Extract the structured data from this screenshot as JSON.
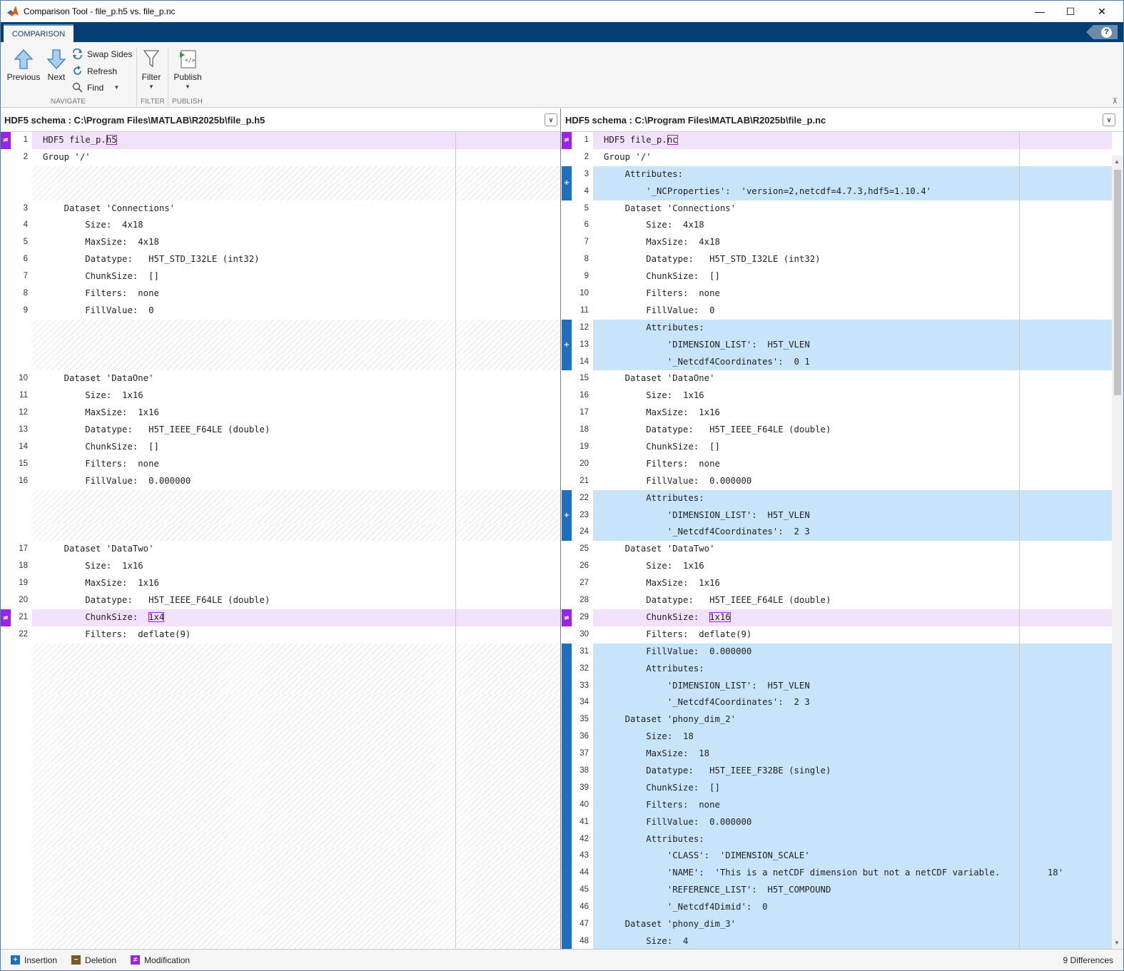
{
  "window": {
    "title": "Comparison Tool - file_p.h5 vs. file_p.nc"
  },
  "ribbon": {
    "tab": "COMPARISON"
  },
  "toolstrip": {
    "previous": "Previous",
    "next": "Next",
    "swap": "Swap Sides",
    "refresh": "Refresh",
    "find": "Find",
    "filter": "Filter",
    "publish": "Publish",
    "groups": {
      "navigate": "NAVIGATE",
      "filter": "FILTER",
      "publish": "PUBLISH"
    }
  },
  "left": {
    "header": "HDF5 schema : C:\\Program Files\\MATLAB\\R2025b\\file_p.h5",
    "rows": [
      {
        "n": "1",
        "t": "HDF5 file_p.",
        "h": "h5",
        "k": "mod"
      },
      {
        "n": "2",
        "t": "Group '/'",
        "k": ""
      },
      {
        "n": "",
        "t": "",
        "k": "empty"
      },
      {
        "n": "",
        "t": "",
        "k": "empty"
      },
      {
        "n": "3",
        "t": "    Dataset 'Connections'",
        "k": ""
      },
      {
        "n": "4",
        "t": "        Size:  4x18",
        "k": ""
      },
      {
        "n": "5",
        "t": "        MaxSize:  4x18",
        "k": ""
      },
      {
        "n": "6",
        "t": "        Datatype:   H5T_STD_I32LE (int32)",
        "k": ""
      },
      {
        "n": "7",
        "t": "        ChunkSize:  []",
        "k": ""
      },
      {
        "n": "8",
        "t": "        Filters:  none",
        "k": ""
      },
      {
        "n": "9",
        "t": "        FillValue:  0",
        "k": ""
      },
      {
        "n": "",
        "t": "",
        "k": "empty"
      },
      {
        "n": "",
        "t": "",
        "k": "empty"
      },
      {
        "n": "",
        "t": "",
        "k": "empty"
      },
      {
        "n": "10",
        "t": "    Dataset 'DataOne'",
        "k": ""
      },
      {
        "n": "11",
        "t": "        Size:  1x16",
        "k": ""
      },
      {
        "n": "12",
        "t": "        MaxSize:  1x16",
        "k": ""
      },
      {
        "n": "13",
        "t": "        Datatype:   H5T_IEEE_F64LE (double)",
        "k": ""
      },
      {
        "n": "14",
        "t": "        ChunkSize:  []",
        "k": ""
      },
      {
        "n": "15",
        "t": "        Filters:  none",
        "k": ""
      },
      {
        "n": "16",
        "t": "        FillValue:  0.000000",
        "k": ""
      },
      {
        "n": "",
        "t": "",
        "k": "empty"
      },
      {
        "n": "",
        "t": "",
        "k": "empty"
      },
      {
        "n": "",
        "t": "",
        "k": "empty"
      },
      {
        "n": "17",
        "t": "    Dataset 'DataTwo'",
        "k": ""
      },
      {
        "n": "18",
        "t": "        Size:  1x16",
        "k": ""
      },
      {
        "n": "19",
        "t": "        MaxSize:  1x16",
        "k": ""
      },
      {
        "n": "20",
        "t": "        Datatype:   H5T_IEEE_F64LE (double)",
        "k": ""
      },
      {
        "n": "21",
        "t": "        ChunkSize:  ",
        "h": "1x4",
        "k": "mod"
      },
      {
        "n": "22",
        "t": "        Filters:  deflate(9)",
        "k": ""
      },
      {
        "n": "",
        "t": "",
        "k": "empty"
      },
      {
        "n": "",
        "t": "",
        "k": "empty"
      },
      {
        "n": "",
        "t": "",
        "k": "empty"
      },
      {
        "n": "",
        "t": "",
        "k": "empty"
      },
      {
        "n": "",
        "t": "",
        "k": "empty"
      },
      {
        "n": "",
        "t": "",
        "k": "empty"
      },
      {
        "n": "",
        "t": "",
        "k": "empty"
      },
      {
        "n": "",
        "t": "",
        "k": "empty"
      },
      {
        "n": "",
        "t": "",
        "k": "empty"
      },
      {
        "n": "",
        "t": "",
        "k": "empty"
      },
      {
        "n": "",
        "t": "",
        "k": "empty"
      },
      {
        "n": "",
        "t": "",
        "k": "empty"
      },
      {
        "n": "",
        "t": "",
        "k": "empty"
      },
      {
        "n": "",
        "t": "",
        "k": "empty"
      },
      {
        "n": "",
        "t": "",
        "k": "empty"
      },
      {
        "n": "",
        "t": "",
        "k": "empty"
      },
      {
        "n": "",
        "t": "",
        "k": "empty"
      },
      {
        "n": "",
        "t": "",
        "k": "empty"
      },
      {
        "n": "",
        "t": "",
        "k": "empty"
      }
    ]
  },
  "right": {
    "header": "HDF5 schema : C:\\Program Files\\MATLAB\\R2025b\\file_p.nc",
    "rows": [
      {
        "n": "1",
        "t": "HDF5 file_p.",
        "h": "nc",
        "k": "mod"
      },
      {
        "n": "2",
        "t": "Group '/'",
        "k": ""
      },
      {
        "n": "3",
        "t": "    Attributes:",
        "k": "ins"
      },
      {
        "n": "4",
        "t": "        '_NCProperties':  'version=2,netcdf=4.7.3,hdf5=1.10.4'",
        "k": "ins"
      },
      {
        "n": "5",
        "t": "    Dataset 'Connections'",
        "k": ""
      },
      {
        "n": "6",
        "t": "        Size:  4x18",
        "k": ""
      },
      {
        "n": "7",
        "t": "        MaxSize:  4x18",
        "k": ""
      },
      {
        "n": "8",
        "t": "        Datatype:   H5T_STD_I32LE (int32)",
        "k": ""
      },
      {
        "n": "9",
        "t": "        ChunkSize:  []",
        "k": ""
      },
      {
        "n": "10",
        "t": "        Filters:  none",
        "k": ""
      },
      {
        "n": "11",
        "t": "        FillValue:  0",
        "k": ""
      },
      {
        "n": "12",
        "t": "        Attributes:",
        "k": "ins"
      },
      {
        "n": "13",
        "t": "            'DIMENSION_LIST':  H5T_VLEN",
        "k": "ins"
      },
      {
        "n": "14",
        "t": "            '_Netcdf4Coordinates':  0 1",
        "k": "ins"
      },
      {
        "n": "15",
        "t": "    Dataset 'DataOne'",
        "k": ""
      },
      {
        "n": "16",
        "t": "        Size:  1x16",
        "k": ""
      },
      {
        "n": "17",
        "t": "        MaxSize:  1x16",
        "k": ""
      },
      {
        "n": "18",
        "t": "        Datatype:   H5T_IEEE_F64LE (double)",
        "k": ""
      },
      {
        "n": "19",
        "t": "        ChunkSize:  []",
        "k": ""
      },
      {
        "n": "20",
        "t": "        Filters:  none",
        "k": ""
      },
      {
        "n": "21",
        "t": "        FillValue:  0.000000",
        "k": ""
      },
      {
        "n": "22",
        "t": "        Attributes:",
        "k": "ins"
      },
      {
        "n": "23",
        "t": "            'DIMENSION_LIST':  H5T_VLEN",
        "k": "ins"
      },
      {
        "n": "24",
        "t": "            '_Netcdf4Coordinates':  2 3",
        "k": "ins"
      },
      {
        "n": "25",
        "t": "    Dataset 'DataTwo'",
        "k": ""
      },
      {
        "n": "26",
        "t": "        Size:  1x16",
        "k": ""
      },
      {
        "n": "27",
        "t": "        MaxSize:  1x16",
        "k": ""
      },
      {
        "n": "28",
        "t": "        Datatype:   H5T_IEEE_F64LE (double)",
        "k": ""
      },
      {
        "n": "29",
        "t": "        ChunkSize:  ",
        "h": "1x16",
        "k": "mod"
      },
      {
        "n": "30",
        "t": "        Filters:  deflate(9)",
        "k": ""
      },
      {
        "n": "31",
        "t": "        FillValue:  0.000000",
        "k": "ins"
      },
      {
        "n": "32",
        "t": "        Attributes:",
        "k": "ins"
      },
      {
        "n": "33",
        "t": "            'DIMENSION_LIST':  H5T_VLEN",
        "k": "ins"
      },
      {
        "n": "34",
        "t": "            '_Netcdf4Coordinates':  2 3",
        "k": "ins"
      },
      {
        "n": "35",
        "t": "    Dataset 'phony_dim_2'",
        "k": "ins"
      },
      {
        "n": "36",
        "t": "        Size:  18",
        "k": "ins"
      },
      {
        "n": "37",
        "t": "        MaxSize:  18",
        "k": "ins"
      },
      {
        "n": "38",
        "t": "        Datatype:   H5T_IEEE_F32BE (single)",
        "k": "ins"
      },
      {
        "n": "39",
        "t": "        ChunkSize:  []",
        "k": "ins"
      },
      {
        "n": "40",
        "t": "        Filters:  none",
        "k": "ins"
      },
      {
        "n": "41",
        "t": "        FillValue:  0.000000",
        "k": "ins"
      },
      {
        "n": "42",
        "t": "        Attributes:",
        "k": "ins"
      },
      {
        "n": "43",
        "t": "            'CLASS':  'DIMENSION_SCALE'",
        "k": "ins"
      },
      {
        "n": "44",
        "t": "            'NAME':  'This is a netCDF dimension but not a netCDF variable.         18'",
        "k": "ins"
      },
      {
        "n": "45",
        "t": "            'REFERENCE_LIST':  H5T_COMPOUND",
        "k": "ins"
      },
      {
        "n": "46",
        "t": "            '_Netcdf4Dimid':  0",
        "k": "ins"
      },
      {
        "n": "47",
        "t": "    Dataset 'phony_dim_3'",
        "k": "ins"
      },
      {
        "n": "48",
        "t": "        Size:  4",
        "k": "ins"
      },
      {
        "n": "",
        "t": "",
        "k": "ins"
      }
    ]
  },
  "status": {
    "insertion": "Insertion",
    "deletion": "Deletion",
    "modification": "Modification",
    "count": "9 Differences"
  },
  "colors": {
    "insertion": "#1f6fbf",
    "deletion": "#7a5a2a",
    "modification": "#9b23e8",
    "ribbon": "#003e73"
  }
}
